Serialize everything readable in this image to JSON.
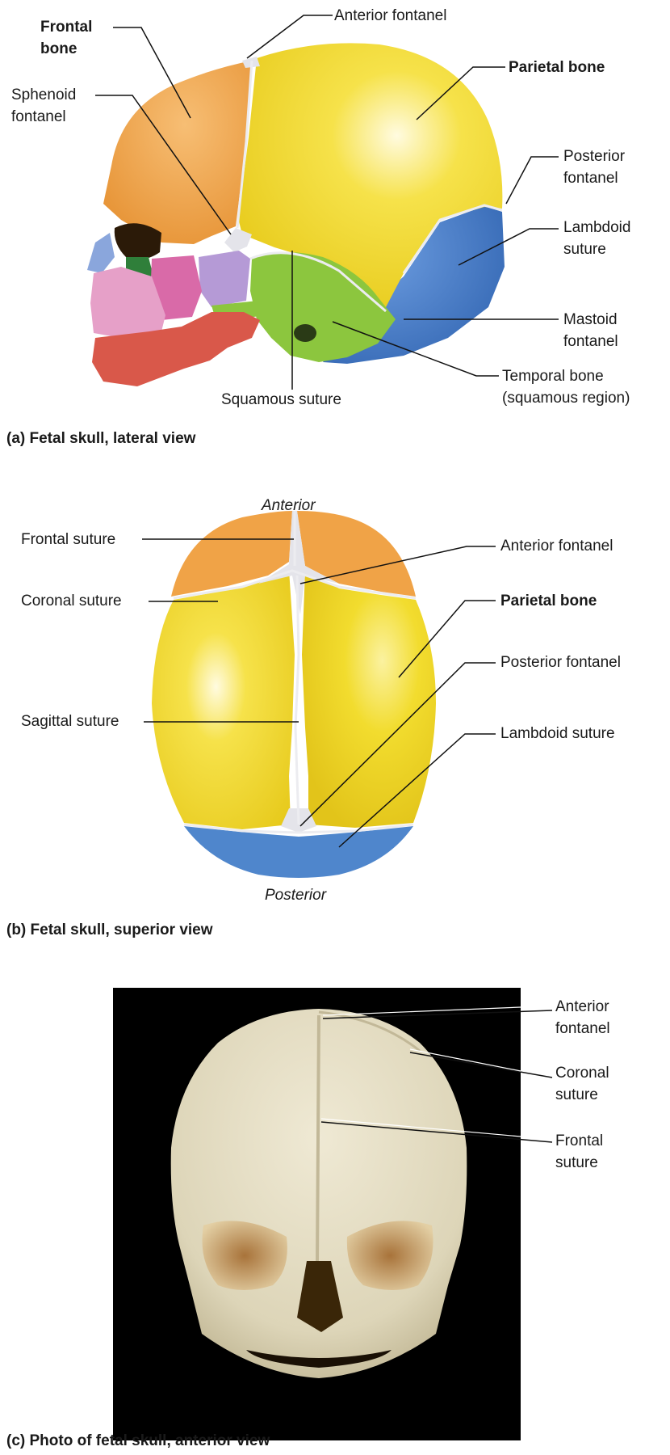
{
  "panel_a": {
    "caption": "(a) Fetal skull, lateral view",
    "labels": {
      "frontal_bone": "Frontal\nbone",
      "anterior_fontanel": "Anterior fontanel",
      "parietal_bone": "Parietal bone",
      "sphenoid_fontanel": "Sphenoid\nfontanel",
      "posterior_fontanel": "Posterior\nfontanel",
      "lambdoid_suture": "Lambdoid\nsuture",
      "mastoid_fontanel": "Mastoid\nfontanel",
      "temporal_bone": "Temporal bone\n(squamous region)",
      "squamous_suture": "Squamous suture"
    }
  },
  "panel_b": {
    "caption": "(b) Fetal skull, superior view",
    "labels": {
      "anterior": "Anterior",
      "posterior": "Posterior",
      "frontal_suture": "Frontal suture",
      "anterior_fontanel": "Anterior fontanel",
      "coronal_suture": "Coronal suture",
      "parietal_bone": "Parietal bone",
      "posterior_fontanel": "Posterior fontanel",
      "sagittal_suture": "Sagittal suture",
      "lambdoid_suture": "Lambdoid suture"
    }
  },
  "panel_c": {
    "caption": "(c) Photo of fetal skull, anterior view",
    "labels": {
      "anterior_fontanel": "Anterior\nfontanel",
      "coronal_suture": "Coronal\nsuture",
      "frontal_suture": "Frontal\nsuture"
    }
  },
  "colors": {
    "frontal": "#f0a347",
    "parietal": "#f2dc2e",
    "occipital": "#4f86cc",
    "temporal": "#8cc63e",
    "sphenoid": "#b59ad6",
    "zygomatic": "#d96aa8",
    "maxilla": "#e6a0c8",
    "mandible": "#d9584a",
    "nasal": "#8aa6dc",
    "fontanel": "#e4e4ea",
    "photo_background": "#000000",
    "photo_bone": "#ddd7bf"
  }
}
